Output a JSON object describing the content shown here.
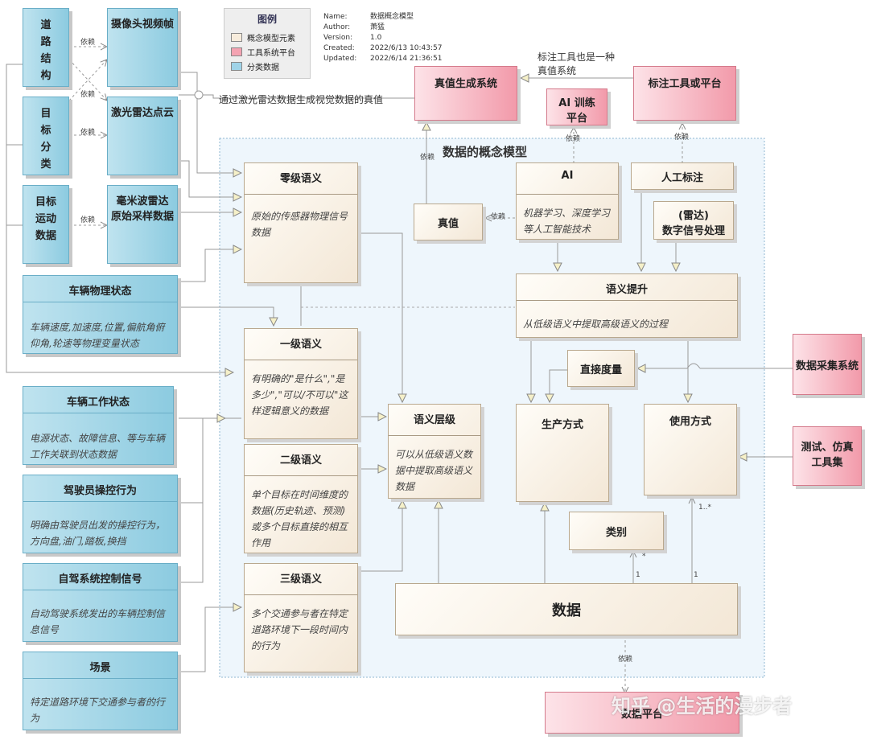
{
  "legend": {
    "title": "图例",
    "items": [
      {
        "label": "概念模型元素",
        "color": "#f7ecdc"
      },
      {
        "label": "工具系统平台",
        "color": "#f4a3b2"
      },
      {
        "label": "分类数据",
        "color": "#9fd3e8"
      }
    ]
  },
  "meta": {
    "rows": [
      {
        "key": "Name:",
        "value": "数据概念模型"
      },
      {
        "key": "Author:",
        "value": "萧猛"
      },
      {
        "key": "Version:",
        "value": "1.0"
      },
      {
        "key": "Created:",
        "value": "2022/6/13 10:43:57"
      },
      {
        "key": "Updated:",
        "value": "2022/6/14 21:36:51"
      }
    ]
  },
  "package_title": "数据的概念模型",
  "notes": {
    "lidar_truth": "通过激光雷达数据生成视觉数据的真值",
    "annotation_tool_1": "标注工具也是一种",
    "annotation_tool_2": "真值系统"
  },
  "blue": {
    "road": "道路结构",
    "target_cls": "目标分类",
    "target_motion_1": "目标",
    "target_motion_2": "运动",
    "target_motion_3": "数据",
    "camera": "摄像头视频帧",
    "lidar": "激光雷达点云",
    "radar_1": "毫米波雷达",
    "radar_2": "原始采样数据",
    "vehicle_phys_title": "车辆物理状态",
    "vehicle_phys_body": "车辆速度,加速度,位置,偏航角俯仰角,轮速等物理变量状态",
    "vehicle_work_title": "车辆工作状态",
    "vehicle_work_body": "电源状态、故障信息、等与车辆工作关联到状态数据",
    "driver_title": "驾驶员操控行为",
    "driver_body": "明确由驾驶员出发的操控行为，方向盘,油门,踏板,换挡",
    "ads_title": "自驾系统控制信号",
    "ads_body": "自动驾驶系统发出的车辆控制信息信号",
    "scene_title": "场景",
    "scene_body": "特定道路环境下交通参与者的行为"
  },
  "tan": {
    "level0_title": "零级语义",
    "level0_body": "原始的传感器物理信号数据",
    "level1_title": "一级语义",
    "level1_body": "有明确的\"是什么\",\"是多少\",\"可以/不可以\"这样逻辑意义的数据",
    "level2_title": "二级语义",
    "level2_body": "单个目标在时间维度的数据(历史轨迹、预测)或多个目标直接的相互作用",
    "level3_title": "三级语义",
    "level3_body": "多个交通参与者在特定道路环境下一段时间内的行为",
    "hierarchy_title": "语义层级",
    "hierarchy_body": "可以从低级语义数据中提取高级语义数据",
    "truth": "真值",
    "ai_title": "AI",
    "ai_body": "机器学习、深度学习等人工智能技术",
    "manual": "人工标注",
    "radar_dsp_1": "(雷达)",
    "radar_dsp_2": "数字信号处理",
    "lift_title": "语义提升",
    "lift_body": "从低级语义中提取高级语义的过程",
    "measure": "直接度量",
    "production": "生产方式",
    "usage": "使用方式",
    "category": "类别",
    "data": "数据"
  },
  "pink": {
    "truth_system": "真值生成系统",
    "ai_platform_1": "AI 训练",
    "ai_platform_2": "平台",
    "annotation_tool": "标注工具或平台",
    "collection": "数据采集系统",
    "test_tools_1": "测试、仿真",
    "test_tools_2": "工具集",
    "data_platform": "数据平台"
  },
  "connector_labels": {
    "depends": "依赖",
    "one": "1",
    "star": "*",
    "one_many": "1..*"
  },
  "watermark": "知乎 @生活的漫步者"
}
